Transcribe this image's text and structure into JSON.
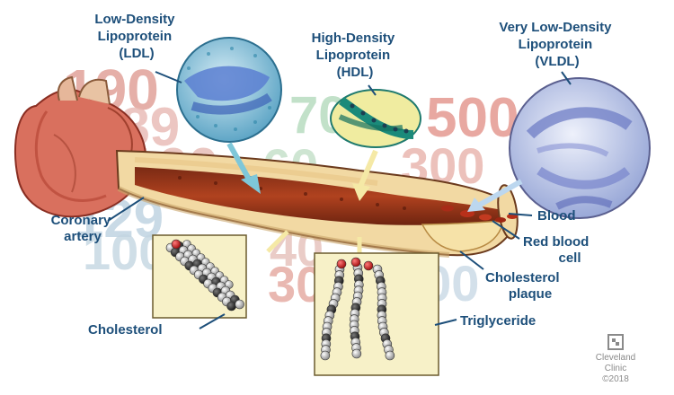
{
  "labels": {
    "ldl": [
      "Low-Density",
      "Lipoprotein",
      "(LDL)"
    ],
    "hdl": [
      "High-Density",
      "Lipoprotein",
      "(HDL)"
    ],
    "vldl": [
      "Very Low-Density",
      "Lipoprotein",
      "(VLDL)"
    ],
    "coronary": [
      "Coronary",
      "artery"
    ],
    "blood": "Blood",
    "rbc": [
      "Red blood",
      "cell"
    ],
    "plaque": [
      "Cholesterol",
      "plaque"
    ],
    "cholesterol": "Cholesterol",
    "triglyceride": "Triglyceride"
  },
  "background_numbers": [
    {
      "text": "190",
      "color": "#e3a79f"
    },
    {
      "text": "189",
      "color": "#e8b9b3"
    },
    {
      "text": "160",
      "color": "#e7beb8"
    },
    {
      "text": "129",
      "color": "#bcd1e0"
    },
    {
      "text": "100",
      "color": "#c4d6e2"
    },
    {
      "text": "70",
      "color": "#b8dcc0"
    },
    {
      "text": "60",
      "color": "#c3dfc8"
    },
    {
      "text": "500",
      "color": "#e59a91"
    },
    {
      "text": "300",
      "color": "#e8b2ab"
    },
    {
      "text": "40",
      "color": "#e5c0ba"
    },
    {
      "text": "30",
      "color": "#e6aca4"
    },
    {
      "text": "200",
      "color": "#c9d9e6"
    }
  ],
  "logo": {
    "name_line1": "Cleveland",
    "name_line2": "Clinic",
    "copyright": "©2018"
  }
}
